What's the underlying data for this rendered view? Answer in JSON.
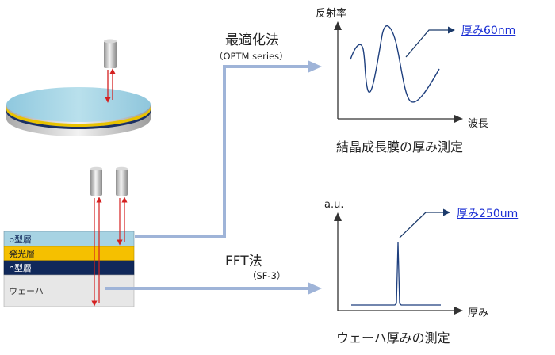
{
  "colors": {
    "accent_blue": "#1b2fd4",
    "arrow_blue": "#9fb4d8",
    "probe_red": "#d42020",
    "layer_p": "#a7d3e3",
    "layer_emit": "#f5c000",
    "layer_n": "#10285a",
    "layer_wafer": "#e7e7e7",
    "axis": "#333333"
  },
  "method_top": {
    "title": "最適化法",
    "subtitle": "（OPTM series）"
  },
  "method_bottom": {
    "title": "FFT法",
    "subtitle": "（SF-3）"
  },
  "top_chart": {
    "ylabel": "反射率",
    "xlabel": "波長",
    "result_label": "厚み60nm",
    "caption": "結晶成長膜の厚み測定"
  },
  "bottom_chart": {
    "ylabel": "a.u.",
    "xlabel": "厚み",
    "result_label": "厚み250um",
    "caption": "ウェーハ厚みの測定"
  },
  "layers": {
    "p": "p型層",
    "emit": "発光層",
    "n": "n型層",
    "wafer": "ウェーハ"
  }
}
